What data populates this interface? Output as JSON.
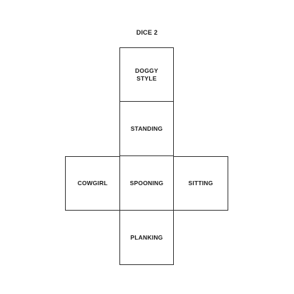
{
  "title": "DICE 2",
  "faces": {
    "top": "DOGGY\nSTYLE",
    "upper": "STANDING",
    "left": "COWGIRL",
    "center": "SPOONING",
    "right": "SITTING",
    "bottom": "PLANKING"
  }
}
